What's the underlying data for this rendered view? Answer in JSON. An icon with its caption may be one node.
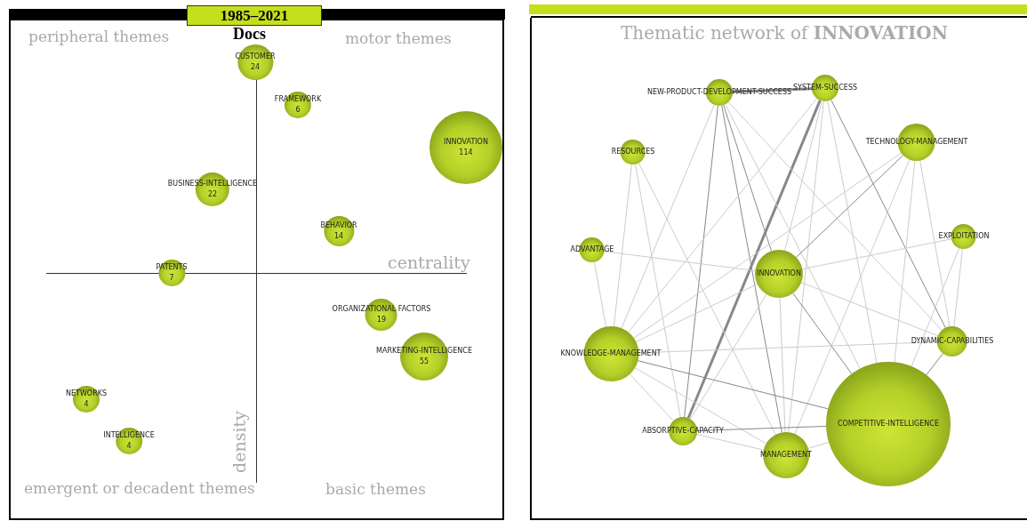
{
  "diagram": {
    "title": "Thematic network of INNOVATION",
    "nodes": [
      {
        "text": [
          "CUSTOMER",
          "24"
        ]
      },
      {
        "text": [
          "FRAMEWORK",
          "6"
        ]
      },
      {
        "text": [
          "INNOVATION",
          "114"
        ]
      },
      {
        "text": [
          "BUSINESS-INTELLIGENCE",
          "22"
        ]
      },
      {
        "text": [
          "BEHAVIOR",
          "14"
        ]
      },
      {
        "text": [
          "PATENTS",
          "7"
        ]
      },
      {
        "text": [
          "ORGANIZATIONAL FACTORS",
          "19"
        ]
      },
      {
        "text": [
          "MARKETING-INTELLIGENCE",
          "55"
        ]
      },
      {
        "text": [
          "NETWORKS",
          "4"
        ]
      },
      {
        "text": [
          "INTELLIGENCE",
          "4"
        ]
      },
      {
        "text": [
          "NEW-PRODUCT-DEVELOPMENT-SUCCESS"
        ]
      },
      {
        "text": [
          "SYSTEM-SUCCESS"
        ]
      },
      {
        "text": [
          "TECHNOLOGY-MANAGEMENT"
        ]
      },
      {
        "text": [
          "RESOURCES"
        ]
      },
      {
        "text": [
          "EXPLOITATION"
        ]
      },
      {
        "text": [
          "ADVANTAGE"
        ]
      },
      {
        "text": [
          "INNOVATION"
        ]
      },
      {
        "text": [
          "KNOWLEDGE-MANAGEMENT"
        ]
      },
      {
        "text": [
          "DYNAMIC-CAPABILITIES"
        ]
      },
      {
        "text": [
          "COMPETITIVE-INTELLIGENCE"
        ]
      },
      {
        "text": [
          "ABSORPTIVE-CAPACITY"
        ]
      },
      {
        "text": [
          "MANAGEMENT"
        ]
      }
    ],
    "edges": [
      {
        "from": 10,
        "to": 11,
        "arrow": "none",
        "style": "thick",
        "color": "#888888"
      },
      {
        "from": 11,
        "to": 20,
        "arrow": "none",
        "style": "thick",
        "color": "#888888"
      },
      {
        "from": 10,
        "to": 20,
        "arrow": "none",
        "color": "#888888"
      },
      {
        "from": 10,
        "to": 21,
        "arrow": "none",
        "color": "#888888"
      },
      {
        "from": 10,
        "to": 16,
        "arrow": "none",
        "color": "#888888"
      },
      {
        "from": 10,
        "to": 19,
        "arrow": "none"
      },
      {
        "from": 10,
        "to": 17,
        "arrow": "none"
      },
      {
        "from": 10,
        "to": 18,
        "arrow": "none"
      },
      {
        "from": 11,
        "to": 18,
        "arrow": "none",
        "color": "#888888"
      },
      {
        "from": 11,
        "to": 16,
        "arrow": "none"
      },
      {
        "from": 11,
        "to": 21,
        "arrow": "none"
      },
      {
        "from": 11,
        "to": 19,
        "arrow": "none"
      },
      {
        "from": 11,
        "to": 17,
        "arrow": "none"
      },
      {
        "from": 12,
        "to": 17,
        "arrow": "none"
      },
      {
        "from": 12,
        "to": 16,
        "arrow": "none",
        "color": "#888888"
      },
      {
        "from": 12,
        "to": 19,
        "arrow": "none"
      },
      {
        "from": 12,
        "to": 21,
        "arrow": "none"
      },
      {
        "from": 13,
        "to": 20,
        "arrow": "none"
      },
      {
        "from": 14,
        "to": 18,
        "arrow": "none"
      },
      {
        "from": 13,
        "to": 17,
        "arrow": "none"
      },
      {
        "from": 13,
        "to": 21,
        "arrow": "none"
      },
      {
        "from": 14,
        "to": 16,
        "arrow": "none"
      },
      {
        "from": 14,
        "to": 19,
        "arrow": "none"
      },
      {
        "from": 12,
        "to": 18,
        "arrow": "none"
      },
      {
        "from": 15,
        "to": 16,
        "arrow": "none"
      },
      {
        "from": 15,
        "to": 17,
        "arrow": "none"
      },
      {
        "from": 16,
        "to": 19,
        "arrow": "none",
        "color": "#888888"
      },
      {
        "from": 16,
        "to": 21,
        "arrow": "none"
      },
      {
        "from": 16,
        "to": 17,
        "arrow": "none"
      },
      {
        "from": 16,
        "to": 20,
        "arrow": "none"
      },
      {
        "from": 16,
        "to": 18,
        "arrow": "none"
      },
      {
        "from": 17,
        "to": 19,
        "arrow": "none",
        "color": "#888888"
      },
      {
        "from": 17,
        "to": 20,
        "arrow": "none"
      },
      {
        "from": 17,
        "to": 21,
        "arrow": "none"
      },
      {
        "from": 17,
        "to": 18,
        "arrow": "none"
      },
      {
        "from": 18,
        "to": 19,
        "arrow": "none",
        "color": "#888888"
      },
      {
        "from": 20,
        "to": 19,
        "arrow": "none",
        "color": "#888888"
      },
      {
        "from": 20,
        "to": 21,
        "arrow": "none"
      },
      {
        "from": 21,
        "to": 19,
        "arrow": "none"
      }
    ],
    "labels": [
      "1985–2021",
      "Docs",
      "peripheral themes",
      "motor themes",
      "centrality",
      "density",
      "emergent or decadent themes",
      "basic themes"
    ]
  }
}
